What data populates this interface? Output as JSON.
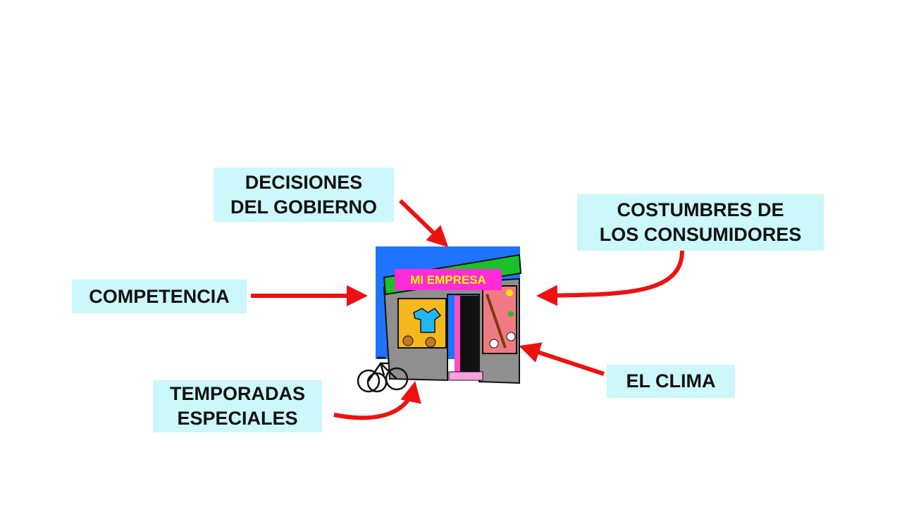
{
  "center": {
    "sign": "MI EMPRESA",
    "colors": {
      "sky": "#1e73ff",
      "awning": "#19c22a",
      "sign": "#ff2bd6",
      "sign_text": "#ffff00",
      "wall": "#8f8f8f"
    }
  },
  "factors": {
    "decisiones": [
      "DECISIONES",
      "DEL GOBIERNO"
    ],
    "costumbres": [
      "COSTUMBRES DE",
      "LOS CONSUMIDORES"
    ],
    "competencia": [
      "COMPETENCIA"
    ],
    "clima": [
      "EL CLIMA"
    ],
    "temporadas": [
      "TEMPORADAS",
      "ESPECIALES"
    ]
  },
  "colors": {
    "box_bg": "#ccf7fb",
    "arrow": "#ee1111",
    "text": "#111111"
  }
}
